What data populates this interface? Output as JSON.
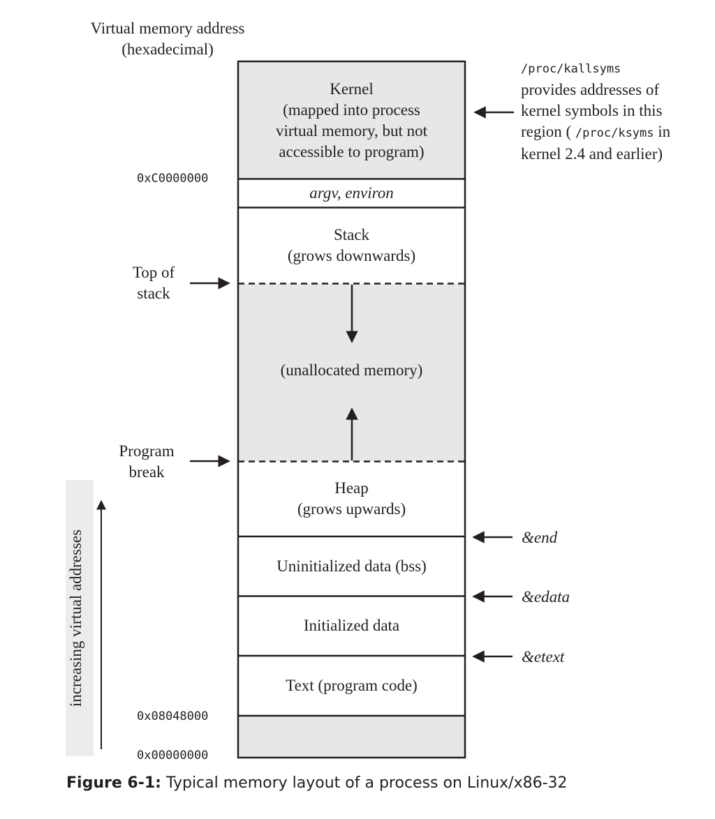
{
  "header": {
    "line1": "Virtual memory address",
    "line2": "(hexadecimal)"
  },
  "segments": {
    "kernel": [
      "Kernel",
      "(mapped into process",
      "virtual memory, but not",
      "accessible to program)"
    ],
    "argv": "argv, environ",
    "stack": [
      "Stack",
      "(grows downwards)"
    ],
    "unallocated": "(unallocated memory)",
    "heap": [
      "Heap",
      "(grows upwards)"
    ],
    "bss": "Uninitialized data (bss)",
    "initialized": "Initialized data",
    "text": "Text (program code)"
  },
  "addresses": {
    "kernel_start": "0xC0000000",
    "text_start": "0x08048000",
    "zero": "0x00000000"
  },
  "left_labels": {
    "top_of_stack": [
      "Top of",
      "stack"
    ],
    "program_break": [
      "Program",
      "break"
    ],
    "axis": "increasing virtual addresses"
  },
  "right_labels": {
    "kallsyms_path": "/proc/kallsyms",
    "kallsyms_line2": "provides addresses of",
    "kallsyms_line3": "kernel symbols in this",
    "kallsyms_line4a": "region ( ",
    "ksyms_path": "/proc/ksyms",
    "kallsyms_line4b": " in",
    "kallsyms_line5": "kernel 2.4 and earlier)",
    "end": "&end",
    "edata": "&edata",
    "etext": "&etext"
  },
  "caption": {
    "label": "Figure 6-1:",
    "text": " Typical memory layout of a process on Linux/x86-32"
  },
  "colors": {
    "shade": "#e7e7e6",
    "ink": "#231f20",
    "axis_band": "#ececec"
  }
}
